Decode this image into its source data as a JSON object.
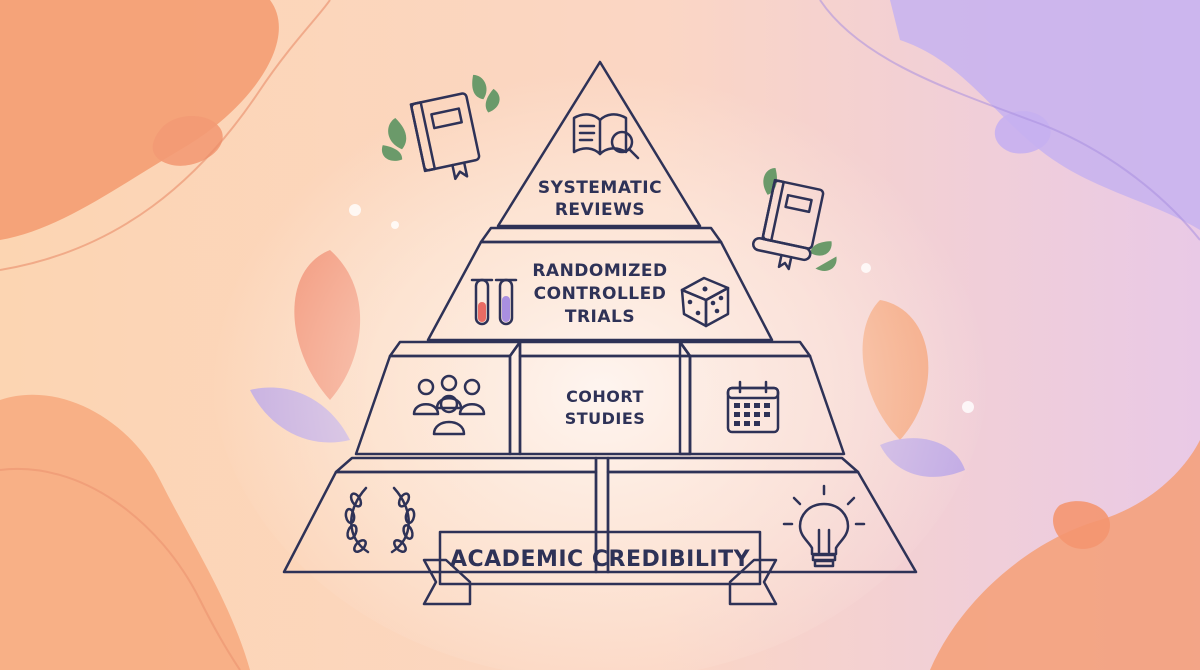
{
  "tiers": {
    "top": {
      "line1": "SYSTEMATIC",
      "line2": "REVIEWS"
    },
    "second": {
      "line1": "RANDOMIZED",
      "line2": "CONTROLLED",
      "line3": "TRIALS"
    },
    "third": {
      "line1": "COHORT",
      "line2": "STUDIES"
    }
  },
  "banner": {
    "label": "ACADEMIC CREDIBILITY"
  },
  "colors": {
    "tier_top": "#f8b370",
    "tier_second": "#f5a36c",
    "tier_third_left": "#f3a06a",
    "tier_third_center": "#f4836d",
    "tier_third_right": "#cf9fb9",
    "base_left": "#ea8269",
    "base_right": "#b5a2e4",
    "banner": "#fde7c4",
    "outline": "#2e3257"
  },
  "icons": [
    "open-book-magnifier-icon",
    "test-tubes-icon",
    "dice-icon",
    "group-people-icon",
    "calendar-icon",
    "laurel-wreath-icon",
    "lightbulb-icon",
    "book-leaves-icon",
    "book-scroll-icon"
  ]
}
